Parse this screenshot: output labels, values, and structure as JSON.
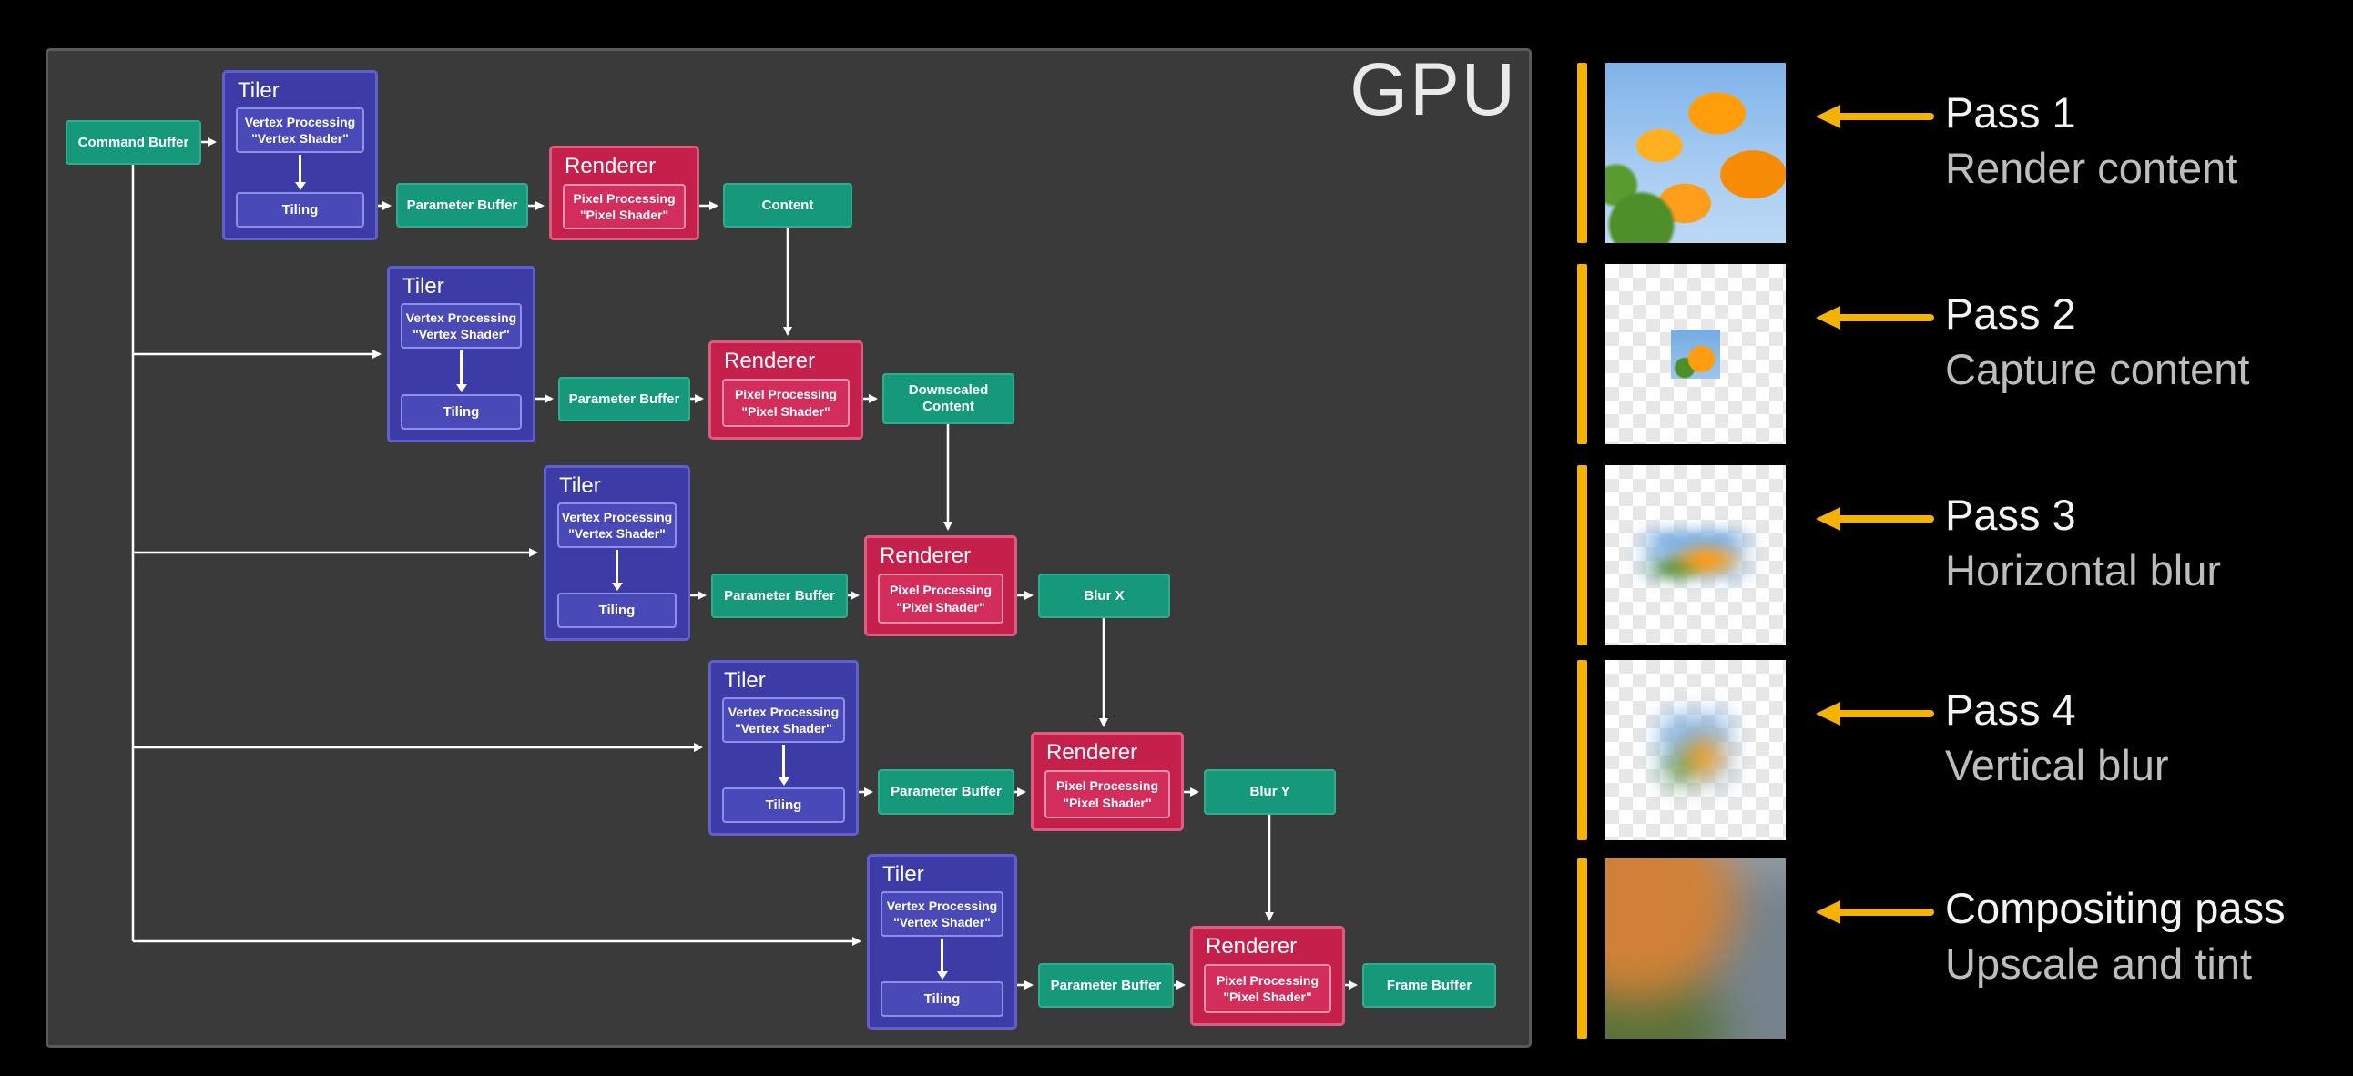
{
  "panel": {
    "title": "GPU"
  },
  "labels": {
    "command_buffer": "Command Buffer",
    "tiler_title": "Tiler",
    "vertex_line1": "Vertex Processing",
    "vertex_line2": "\"Vertex Shader\"",
    "tiling": "Tiling",
    "parameter_buffer": "Parameter Buffer",
    "renderer_title": "Renderer",
    "pixel_line1": "Pixel Processing",
    "pixel_line2": "\"Pixel Shader\"",
    "outputs": [
      "Content",
      "Downscaled Content",
      "Blur X",
      "Blur Y",
      "Frame Buffer"
    ]
  },
  "passes": [
    {
      "title": "Pass 1",
      "subtitle": "Render content"
    },
    {
      "title": "Pass 2",
      "subtitle": "Capture content"
    },
    {
      "title": "Pass 3",
      "subtitle": "Horizontal blur"
    },
    {
      "title": "Pass 4",
      "subtitle": "Vertical blur"
    },
    {
      "title": "Compositing pass",
      "subtitle": "Upscale and tint"
    }
  ],
  "colors": {
    "green": "#15997a",
    "indigo": "#3d3ca6",
    "crimson": "#c51f4b",
    "yellow": "#f5b301"
  }
}
